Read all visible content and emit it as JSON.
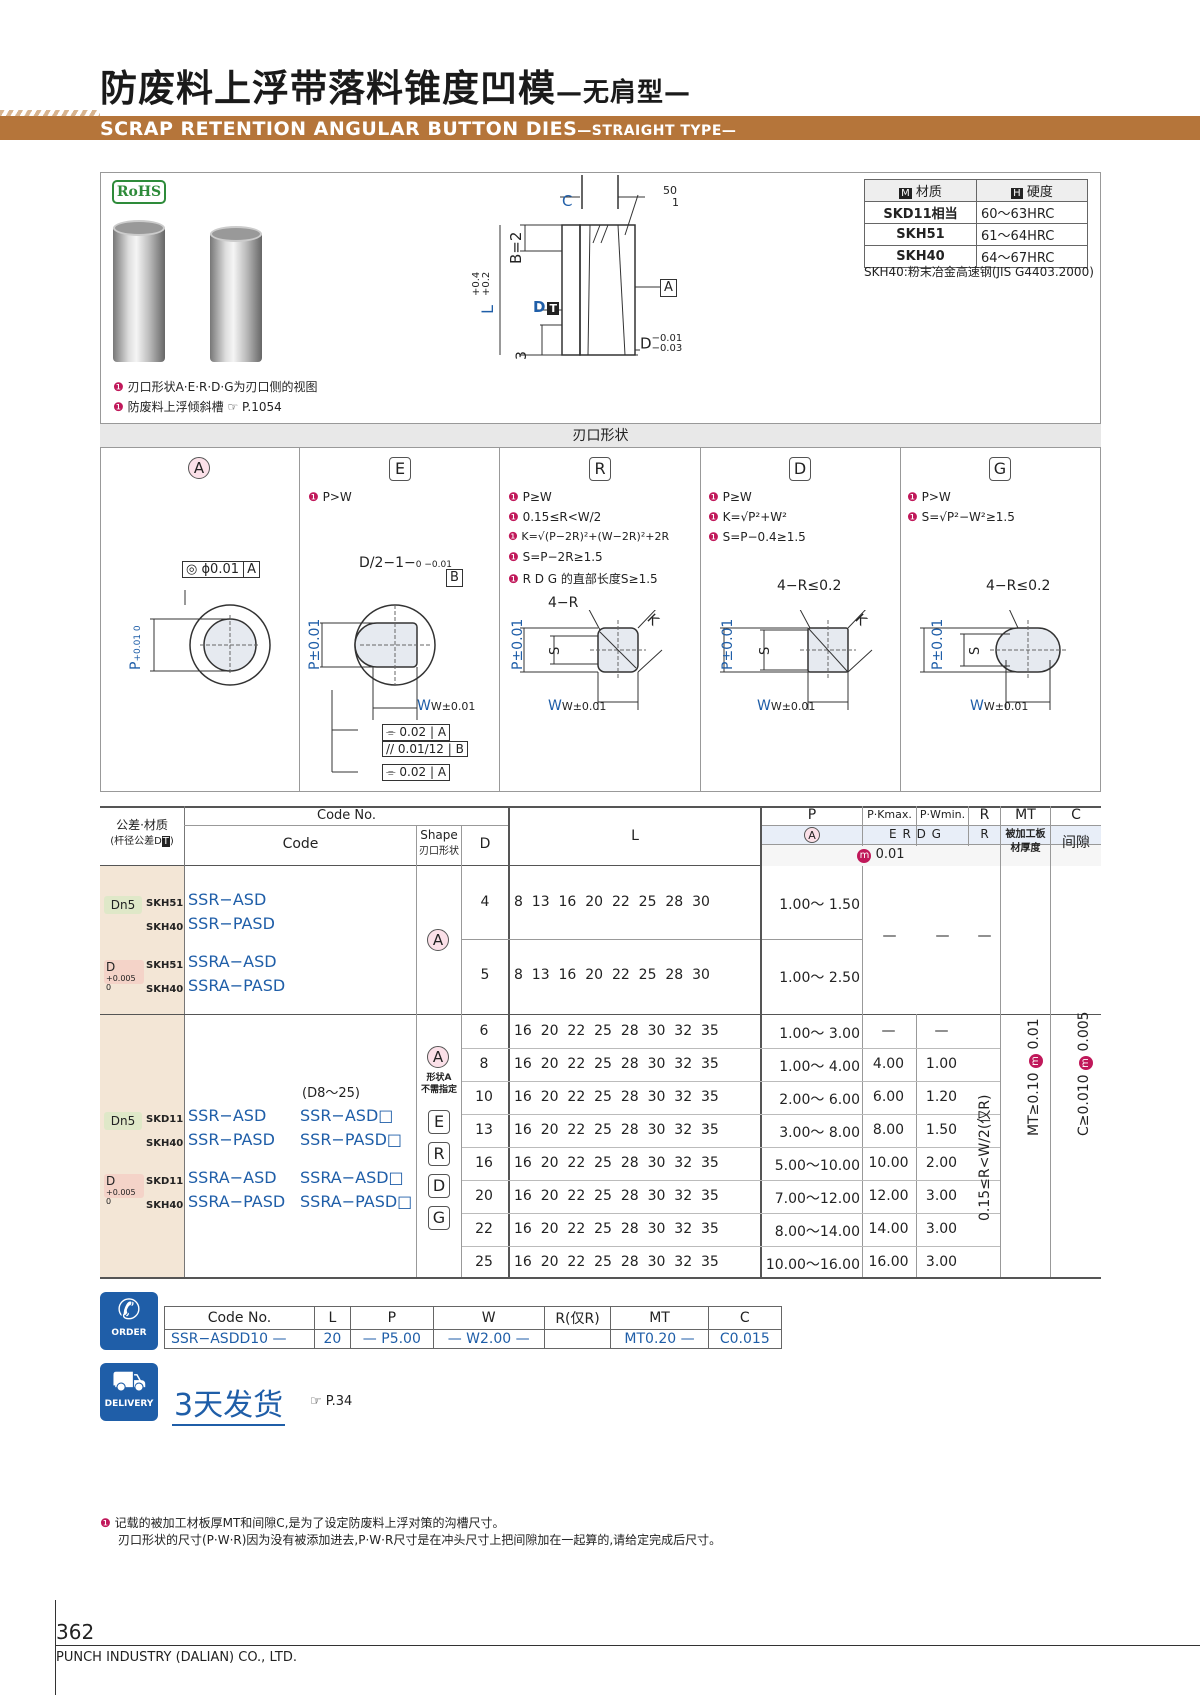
{
  "header": {
    "title_cn": "防废料上浮带落料锥度凹模",
    "title_cn_suffix": "—无肩型—",
    "title_en": "SCRAP RETENTION ANGULAR BUTTON DIES",
    "title_en_suffix": "—STRAIGHT TYPE—"
  },
  "rohs": "RoHS",
  "notes_top": [
    "刃口形状A·E·R·D·G为刃口侧的视图",
    "防废料上浮倾斜槽"
  ],
  "ref_1054": "P.1054",
  "diagram": {
    "c": "C",
    "b": "B=2",
    "l": "L",
    "l_tol_up": "+0.4",
    "l_tol_dn": "+0.2",
    "d": "D",
    "t": "T",
    "three": "3",
    "fifty": "50",
    "one": "1",
    "a": "A",
    "d_tol_up": "−0.01",
    "d_tol_dn": "−0.03",
    "d_minus": "D"
  },
  "material_table": {
    "head_mat": "材质",
    "head_hard": "硬度",
    "rows": [
      [
        "SKD11相当",
        "60～63HRC"
      ],
      [
        "SKH51",
        "61～64HRC"
      ],
      [
        "SKH40",
        "64～67HRC"
      ]
    ],
    "note": "SKH40:粉末冶金高速钢(JIS G4403.2000)"
  },
  "shapes_title": "刃口形状",
  "shapes": [
    {
      "letter": "A",
      "notes": [],
      "labels": {
        "tol": "ϕ0.01",
        "a": "A",
        "p": "P",
        "p_tol": "+0.01 0"
      }
    },
    {
      "letter": "E",
      "notes": [
        "P>W"
      ],
      "labels": {
        "d2": "D/2−1−",
        "d2_tol": "0 −0.01",
        "b": "B",
        "p": "P±0.01",
        "w": "W±0.01",
        "t1": "0.02",
        "t1r": "A",
        "t2": "0.01/12",
        "t2r": "B",
        "t3": "0.02",
        "t3r": "A"
      }
    },
    {
      "letter": "R",
      "notes": [
        "P≥W",
        "0.15≤R<W/2",
        "K=√(P−2R)²+(W−2R)²+2R",
        "S=P−2R≥1.5",
        "R D G 的直部长度S≥1.5"
      ],
      "labels": {
        "r": "4−R",
        "k": "K",
        "s": "S",
        "p": "P±0.01",
        "w": "W±0.01"
      }
    },
    {
      "letter": "D",
      "notes": [
        "P≥W",
        "K=√P²+W²",
        "S=P−0.4≥1.5"
      ],
      "labels": {
        "r": "4−R≤0.2",
        "k": "K",
        "s": "S",
        "p": "P±0.01",
        "w": "W±0.01"
      }
    },
    {
      "letter": "G",
      "notes": [
        "P>W",
        "S=√P²−W²≥1.5"
      ],
      "labels": {
        "r": "4−R≤0.2",
        "s": "S",
        "p": "P±0.01",
        "w": "W±0.01"
      }
    }
  ],
  "spec": {
    "h_tol": "公差·材质",
    "h_tol2": "(杆径公差D",
    "h_tol3": ")",
    "h_t": "T",
    "h_codeno": "Code No.",
    "h_code": "Code",
    "h_shape": "Shape",
    "h_shape2": "刃口形状",
    "h_d": "D",
    "h_l": "L",
    "h_p": "P",
    "h_pk": "P·Kmax.",
    "h_pw": "P·Wmin.",
    "h_r": "R",
    "h_mt": "MT",
    "h_c": "C",
    "h_pa": "A",
    "h_erdg": "E R D G",
    "h_rr": "R",
    "h_mt2": "被加工板",
    "h_mt3": "材厚度",
    "h_c2": "间隙",
    "h_m": "m",
    "h_001": "0.01",
    "g1": {
      "tol1": "Dn5",
      "tol2": "D",
      "tol2sup": "+0.005",
      "tol2sub": "0",
      "m1a": "SKH51",
      "m1b": "SKH40",
      "m2a": "SKH51",
      "m2b": "SKH40",
      "c1": "SSR−ASD",
      "c2": "SSR−PASD",
      "c3": "SSRA−ASD",
      "c4": "SSRA−PASD",
      "shape": "A",
      "rows": [
        {
          "d": "4",
          "l": "8  13  16  20  22  25  28  30",
          "p": "1.00～ 1.50"
        },
        {
          "d": "5",
          "l": "8  13  16  20  22  25  28  30",
          "p": "1.00～ 2.50"
        }
      ],
      "dash": "—"
    },
    "g2": {
      "tol1": "Dn5",
      "tol2": "D",
      "tol2sup": "+0.005",
      "tol2sub": "0",
      "m1a": "SKD11",
      "m1b": "SKH40",
      "m2a": "SKD11",
      "m2b": "SKH40",
      "c1": "SSR−ASD",
      "c2": "SSR−PASD",
      "c3": "SSRA−ASD",
      "c4": "SSRA−PASD",
      "d8": "(D8～25)",
      "c1b": "SSR−ASD□",
      "c2b": "SSR−PASD□",
      "c3b": "SSRA−ASD□",
      "c4b": "SSRA−PASD□",
      "shape_a": "A",
      "shape_note1": "形状A",
      "shape_note2": "不需指定",
      "shapes": [
        "E",
        "R",
        "D",
        "G"
      ],
      "rows": [
        {
          "d": "6",
          "l": "16  20  22  25  28  30  32  35",
          "p": "1.00～ 3.00",
          "pk": "—",
          "pw": "—"
        },
        {
          "d": "8",
          "l": "16  20  22  25  28  30  32  35",
          "p": "1.00～ 4.00",
          "pk": "4.00",
          "pw": "1.00"
        },
        {
          "d": "10",
          "l": "16  20  22  25  28  30  32  35",
          "p": "2.00～ 6.00",
          "pk": "6.00",
          "pw": "1.20"
        },
        {
          "d": "13",
          "l": "16  20  22  25  28  30  32  35",
          "p": "3.00～ 8.00",
          "pk": "8.00",
          "pw": "1.50"
        },
        {
          "d": "16",
          "l": "16  20  22  25  28  30  32  35",
          "p": "5.00～10.00",
          "pk": "10.00",
          "pw": "2.00"
        },
        {
          "d": "20",
          "l": "16  20  22  25  28  30  32  35",
          "p": "7.00～12.00",
          "pk": "12.00",
          "pw": "3.00"
        },
        {
          "d": "22",
          "l": "16  20  22  25  28  30  32  35",
          "p": "8.00～14.00",
          "pk": "14.00",
          "pw": "3.00"
        },
        {
          "d": "25",
          "l": "16  20  22  25  28  30  32  35",
          "p": "10.00～16.00",
          "pk": "16.00",
          "pw": "3.00"
        }
      ],
      "r_vert": "0.15≤R<W/2(仅R)"
    },
    "mt_vert": "MT≥0.10",
    "mt_vert2": "0.01",
    "c_vert": "C≥0.010",
    "c_vert2": "0.005"
  },
  "order": {
    "label": "ORDER",
    "heads": [
      "Code No.",
      "L",
      "P",
      "W",
      "R(仅R)",
      "MT",
      "C"
    ],
    "values": [
      "SSR−ASDD10 —",
      "20",
      "— P5.00",
      "— W2.00 —",
      "",
      "MT0.20 —",
      "C0.015"
    ]
  },
  "delivery": {
    "label": "DELIVERY",
    "text": "3天发货",
    "ref": "P.34"
  },
  "footnote": [
    "记载的被加工材板厚MT和间隙C,是为了设定防废料上浮对策的沟槽尺寸。",
    "刃口形状的尺寸(P·W·R)因为没有被添加进去,P·W·R尺寸是在冲头尺寸上把间隙加在一起算的,请给定完成后尺寸。"
  ],
  "footer": {
    "page": "362",
    "company": "PUNCH INDUSTRY (DALIAN) CO., LTD."
  },
  "colors": {
    "accent": "#b5753a",
    "pink": "#c0185a",
    "blue": "#1f5ea8",
    "green": "#dfe8c8",
    "salmon": "#f4d3c8",
    "beige": "#f3e6d6"
  }
}
